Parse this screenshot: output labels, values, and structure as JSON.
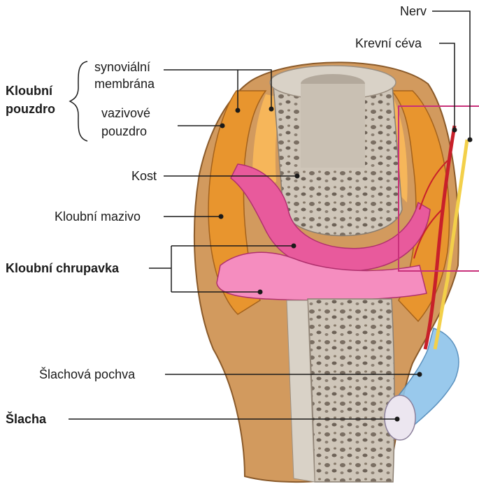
{
  "labels": {
    "nerv": "Nerv",
    "krevni_ceva": "Krevní céva",
    "synovialni_membrana_line1": "synoviální",
    "synovialni_membrana_line2": "membrána",
    "kloubni_pouzdro_line1": "Kloubní",
    "kloubni_pouzdro_line2": "pouzdro",
    "vazivove_pouzdro_line1": "vazivové",
    "vazivove_pouzdro_line2": "pouzdro",
    "kost": "Kost",
    "kloubni_mazivo": "Kloubní mazivo",
    "kloubni_chrupavka": "Kloubní chrupavka",
    "slachova_pochva": "Šlachová pochva",
    "slacha": "Šlacha"
  },
  "colors": {
    "capsule_orange": "#e8952e",
    "capsule_light": "#f6b65a",
    "skin_tan": "#d29a5e",
    "bone_gray": "#b3a99c",
    "bone_light": "#d9d2c7",
    "cartilage_pink": "#e85a9c",
    "cartilage_light": "#f58dbf",
    "tendon_blue": "#8ec4ea",
    "vessel_red": "#c8202a",
    "nerve_yellow": "#f3d04a",
    "leader_black": "#1a1a1a",
    "inset_magenta": "#c8307a"
  }
}
